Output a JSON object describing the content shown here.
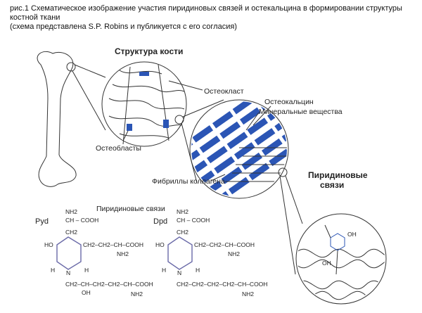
{
  "caption": {
    "line1": "рис.1 Схематическое изображение участия пиридиновых связей и остекальцина в формировании структуры костной ткани",
    "line2": "(схема представлена S.P. Robins и публикуется с его согласия)"
  },
  "diagram": {
    "bone_structure_title": "Структура кости",
    "osteoclast": "Остеокласт",
    "osteoblasts": "Остеобласты",
    "osteocalcin": "Остеокальцин",
    "minerals": "Минеральные вещества",
    "collagen_fibrils": "Фибриллы коллагена",
    "pyridine_links_1": "Пиридиновые",
    "pyridine_links_2": "связи",
    "oh": "OH"
  },
  "chemistry": {
    "title": "Пиридиновые связи",
    "pyd": {
      "name": "Pyd",
      "nh2_top": "NH2",
      "ch_cooh": "CH – COOH",
      "ch2": "CH2",
      "ho": "HO",
      "side": "CH2–CH2–CH–COOH",
      "side_nh2": "NH2",
      "h_left": "H",
      "h_right": "H",
      "n": "N",
      "bottom": "CH2–CH–CH2–CH2–CH–COOH",
      "bottom_oh": "OH",
      "bottom_nh2": "NH2"
    },
    "dpd": {
      "name": "Dpd",
      "nh2_top": "NH2",
      "ch_cooh": "CH – COOH",
      "ch2": "CH2",
      "ho": "HO",
      "side": "CH2–CH2–CH–COOH",
      "side_nh2": "NH2",
      "h_left": "H",
      "h_right": "H",
      "n": "N",
      "bottom": "CH2–CH2–CH2–CH2–CH–COOH",
      "bottom_nh2": "NH2"
    }
  },
  "colors": {
    "accent": "#2b55b5",
    "ring": "#6a6aa8"
  }
}
